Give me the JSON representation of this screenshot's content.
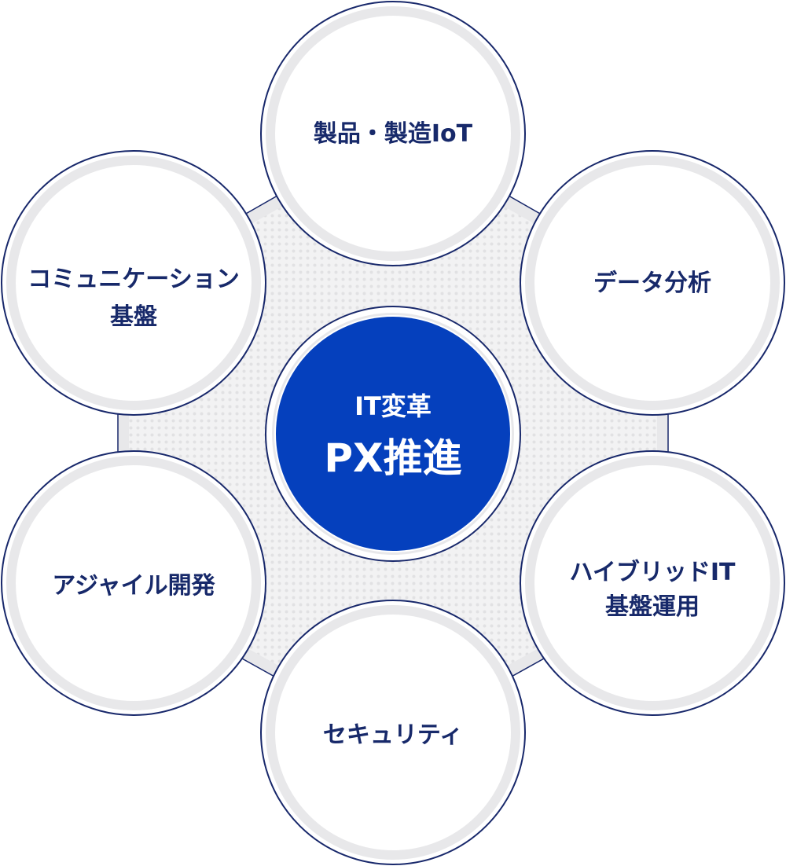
{
  "center": {
    "line1": "IT変革",
    "line2": "PX推進"
  },
  "nodes": [
    {
      "id": "iot",
      "line1": "製品・製造IoT",
      "line2": ""
    },
    {
      "id": "data",
      "line1": "データ分析",
      "line2": ""
    },
    {
      "id": "hybrid",
      "line1": "ハイブリッドIT",
      "line2": "基盤運用"
    },
    {
      "id": "security",
      "line1": "セキュリティ",
      "line2": ""
    },
    {
      "id": "agile",
      "line1": "アジャイル開発",
      "line2": ""
    },
    {
      "id": "comm",
      "line1": "コミュニケーション",
      "line2": "基盤"
    }
  ],
  "colors": {
    "accent_blue": "#0540bd",
    "outline_navy": "#18286b",
    "text_navy": "#17296a",
    "ring_gray": "#e8e8ea",
    "hex_fill": "#f2f2f3",
    "hex_dot": "#e1e1e3",
    "white": "#ffffff"
  }
}
